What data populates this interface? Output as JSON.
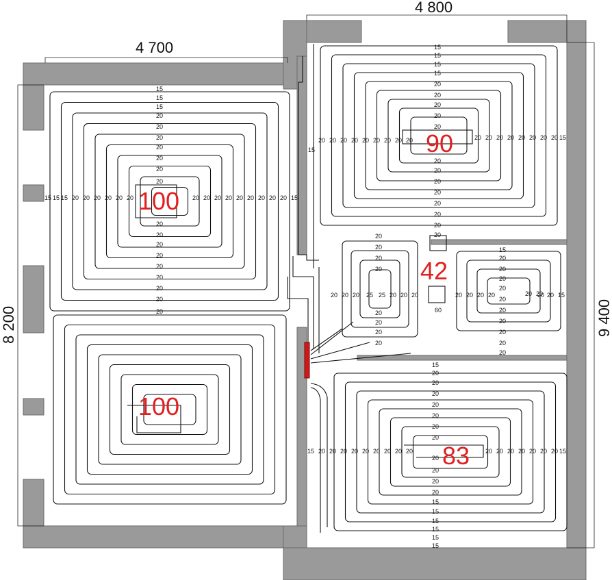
{
  "plan": {
    "dimensions": {
      "left_width": "4 700",
      "right_width": "4 800",
      "left_height": "8 200",
      "right_height": "9 400"
    },
    "zones": [
      {
        "id": "top-left",
        "loop_length": "100"
      },
      {
        "id": "bottom-left",
        "loop_length": "100"
      },
      {
        "id": "top-right",
        "loop_length": "90"
      },
      {
        "id": "middle-right",
        "loop_length": "42"
      },
      {
        "id": "bottom-right",
        "loop_length": "83"
      }
    ],
    "pitch_labels": {
      "p15": "15",
      "p20": "20",
      "p25": "25",
      "p60": "60"
    },
    "colors": {
      "wall": "#9a9a9a",
      "manifold": "#cc1a1a",
      "zone_label": "#e02020",
      "pipe": "#111111"
    }
  }
}
